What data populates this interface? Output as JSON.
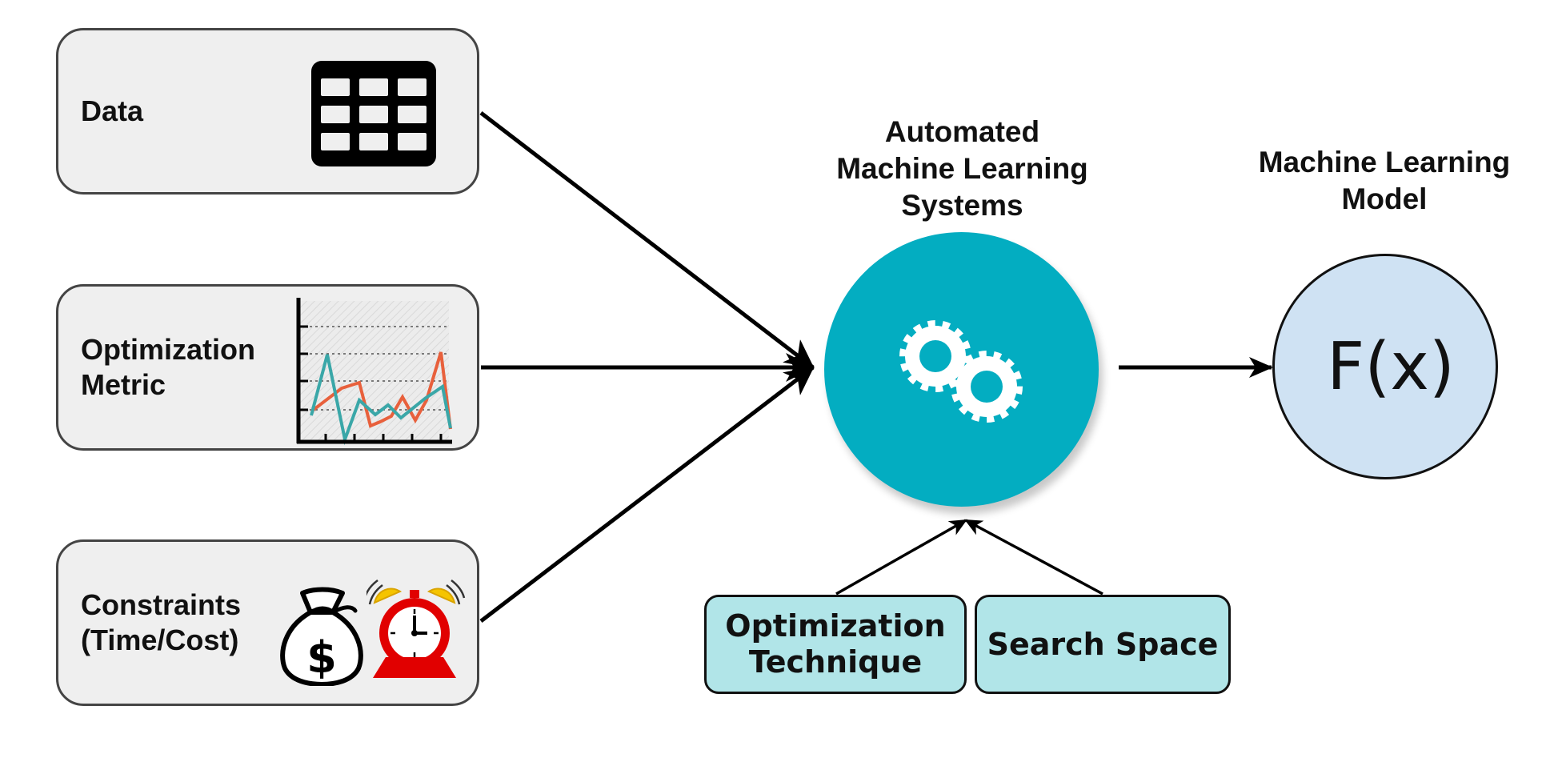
{
  "inputs": {
    "data": {
      "label": "Data",
      "icon": "table-icon"
    },
    "metric": {
      "label": "Optimization\nMetric",
      "icon": "line-chart-icon"
    },
    "constraints": {
      "label": "Constraints\n(Time/Cost)",
      "icons": [
        "money-bag-icon",
        "alarm-clock-icon"
      ]
    }
  },
  "automl": {
    "title": "Automated\nMachine Learning\nSystems",
    "icon": "gears-icon",
    "color": "#03adc1"
  },
  "model": {
    "title": "Machine Learning\nModel",
    "formula": "F(x)",
    "color": "#cfe2f3"
  },
  "components": {
    "optimization": "Optimization\nTechnique",
    "search": "Search Space",
    "color": "#b1e5e8"
  },
  "colors": {
    "box_fill": "#efefef",
    "chart_red": "#e8603c",
    "chart_teal": "#3aa7a8",
    "clock_red": "#e10000",
    "clock_yellow": "#f5c400"
  }
}
